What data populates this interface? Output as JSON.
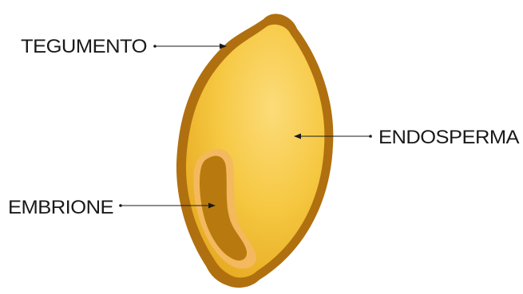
{
  "labels": {
    "tegumento": "TEGUMENTO",
    "endosperma": "ENDOSPERMA",
    "embrione": "EMBRIONE"
  },
  "colors": {
    "seed_coat": "#b0700f",
    "endosperm_light": "#fcdc7a",
    "endosperm_mid": "#f6c842",
    "endosperm_edge": "#e8ad24",
    "embryo_halo": "#f4b95e",
    "embryo": "#b87a0e",
    "label_text": "#1a1a1a",
    "background": "#ffffff"
  }
}
